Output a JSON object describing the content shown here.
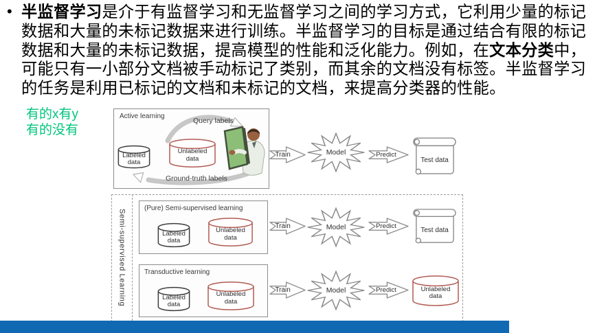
{
  "slide": {
    "bullet_glyph": "•",
    "paragraph": {
      "lines": [
        {
          "runs": [
            {
              "text": "半监督学习",
              "bold": true
            },
            {
              "text": "是介于有监督学习和无监督学习之间的学习方式，它利用少量的标记",
              "bold": false
            }
          ]
        },
        {
          "runs": [
            {
              "text": "数据和大量的未标记数据来进行训练。半监督学习的目标是通过结合有限的标记",
              "bold": false
            }
          ]
        },
        {
          "runs": [
            {
              "text": "数据和大量的未标记数据，提高模型的性能和泛化能力。例如，在",
              "bold": false
            },
            {
              "text": "文本分类",
              "bold": true
            },
            {
              "text": "中，",
              "bold": false
            }
          ]
        },
        {
          "runs": [
            {
              "text": "可能只有一小部分文档被手动标记了类别，而其余的文档没有标签。半监督学习",
              "bold": false
            }
          ]
        },
        {
          "runs": [
            {
              "text": "的任务是利用已标记的文档和未标记的文档，来提高分类器的性能。",
              "bold": false
            }
          ]
        }
      ]
    },
    "annotation": {
      "line1": "有的x有y",
      "line2": "有的没有",
      "color": "#00c57d"
    },
    "footer_bar_color": "#1169b4"
  },
  "diagram": {
    "side_label": "Semi-supervised Learning",
    "colors": {
      "labeled_cylinder_stroke": "#3d3d3d",
      "unlabeled_cylinder_stroke": "#b25a52",
      "box_border": "#8c8c8c",
      "dashed_border": "#9a9a9a",
      "arrow_outline": "#8f8f8f"
    },
    "rows": {
      "active": {
        "title": "Active learning",
        "query_label": "Query labels",
        "ground_truth_label": "Ground-truth labels",
        "labeled": {
          "l1": "Labeled",
          "l2": "data"
        },
        "unlabeled": {
          "l1": "Unlabeled",
          "l2": "data"
        },
        "train": "Train",
        "model": "Model",
        "predict": "Predict",
        "output": "Test data"
      },
      "pure": {
        "title": "(Pure) Semi-supervised learning",
        "labeled": {
          "l1": "Labeled",
          "l2": "data"
        },
        "unlabeled": {
          "l1": "Unlabeled",
          "l2": "data"
        },
        "train": "Train",
        "model": "Model",
        "predict": "Predict",
        "output": "Test data"
      },
      "transductive": {
        "title": "Transductive learning",
        "labeled": {
          "l1": "Labeled",
          "l2": "data"
        },
        "unlabeled": {
          "l1": "Unlabeled",
          "l2": "data"
        },
        "train": "Train",
        "model": "Model",
        "predict": "Predict",
        "output": {
          "l1": "Unlabeled",
          "l2": "data"
        }
      }
    }
  }
}
